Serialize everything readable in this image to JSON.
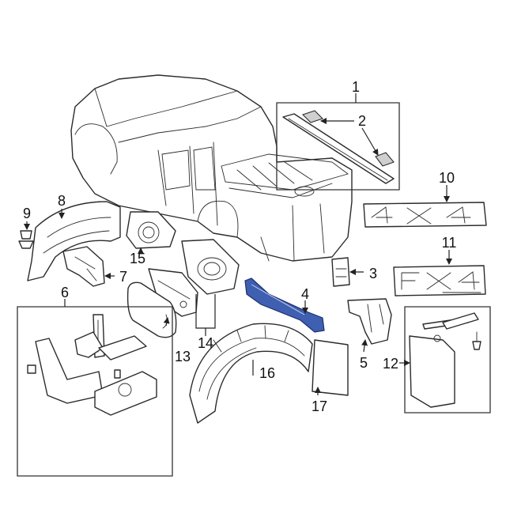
{
  "callouts": [
    "1",
    "2",
    "3",
    "4",
    "5",
    "6",
    "7",
    "8",
    "9",
    "10",
    "11",
    "12",
    "13",
    "14",
    "15",
    "16",
    "17"
  ],
  "colors": {
    "highlight": "#3f5fb0",
    "line": "#2b2b2b",
    "background": "#ffffff"
  }
}
